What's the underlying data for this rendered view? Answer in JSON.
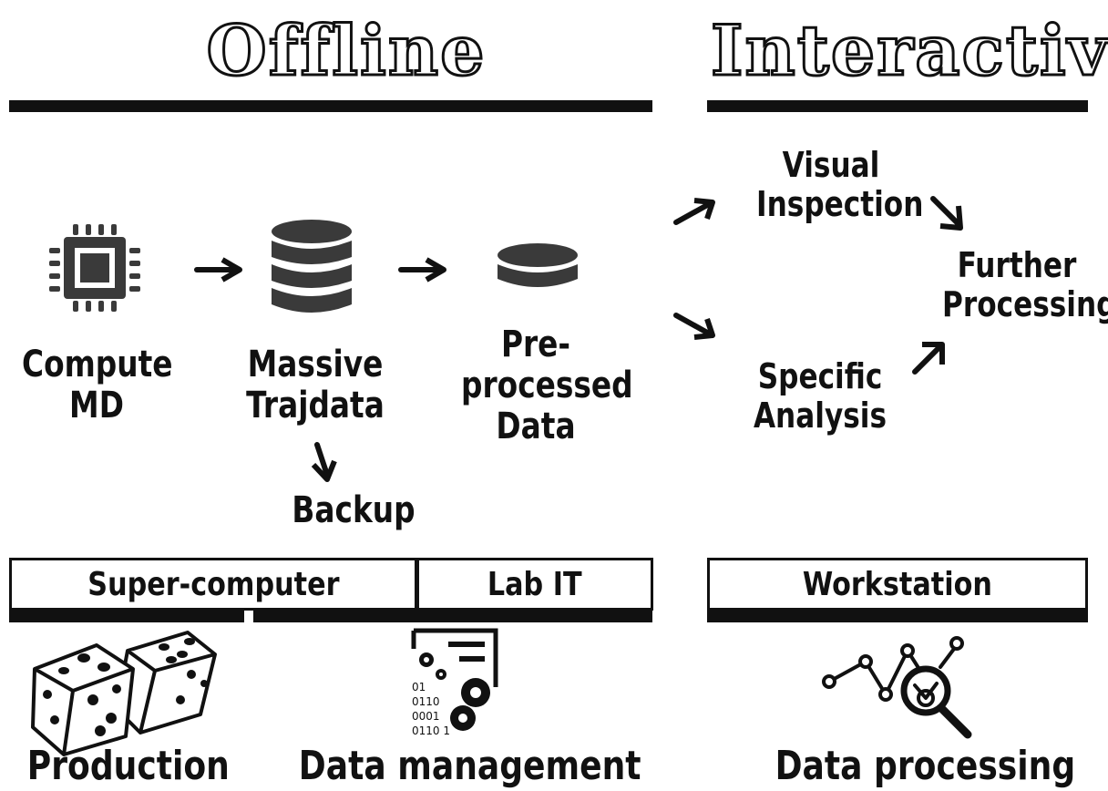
{
  "headings": {
    "offline": "Offline",
    "interactive": "Interactive"
  },
  "pipeline": {
    "compute": [
      "Compute",
      "MD"
    ],
    "massive": [
      "Massive",
      "Trajdata"
    ],
    "preprocessed": [
      "Pre-",
      "processed",
      "Data"
    ],
    "backup": "Backup",
    "visual": [
      "Visual",
      "Inspection"
    ],
    "specific": [
      "Specific",
      "Analysis"
    ],
    "further": [
      "Further",
      "Processing"
    ]
  },
  "infrastructure": {
    "supercomputer": "Super-computer",
    "labit": "Lab IT",
    "workstation": "Workstation"
  },
  "activities": {
    "production": "Production",
    "data_management": "Data management",
    "data_processing": "Data processing"
  },
  "binary_lines": [
    "01",
    "0110",
    "0001",
    "0110 1"
  ],
  "colors": {
    "ink": "#111111",
    "icon_gray": "#3a3a3a",
    "background": "#ffffff"
  }
}
